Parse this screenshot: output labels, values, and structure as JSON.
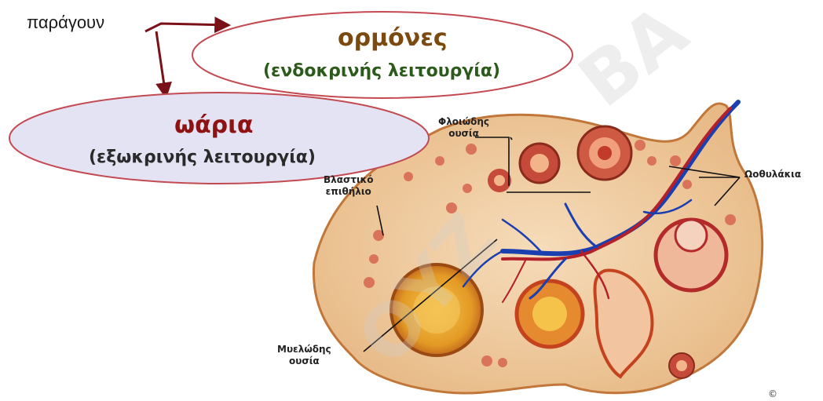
{
  "top_label": "παράγουν",
  "hormones": {
    "title": "ορμόνες",
    "subtitle": "(ενδοκρινής λειτουργία)"
  },
  "eggs": {
    "title": "ωάρια",
    "subtitle": "(εξωκρινής λειτουργία)"
  },
  "labels": {
    "cortex_line1": "Φλοιώδης",
    "cortex_line2": "ουσία",
    "germinal_line1": "Βλαστικό",
    "germinal_line2": "επιθήλιο",
    "follicles": "Ωοθυλάκια",
    "medulla_line1": "Μυελώδης",
    "medulla_line2": "ουσία"
  },
  "colors": {
    "ellipse_fill": "#e3e3f3",
    "ellipse_stroke": "#c44a52",
    "arrow": "#7a1018",
    "tissue": "#f1cfa6",
    "vessel_blue": "#1a3fb0",
    "vessel_red": "#b3202a"
  }
}
